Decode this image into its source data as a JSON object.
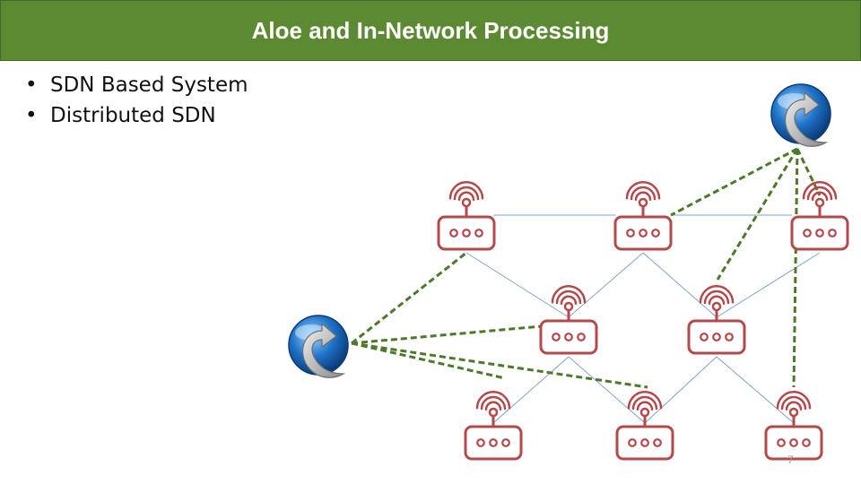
{
  "slide": {
    "title": "Aloe and In-Network Processing",
    "bullets": [
      "SDN Based System",
      "Distributed SDN"
    ],
    "page_number": "7"
  },
  "diagram": {
    "colors": {
      "title_bg": "#5b8a32",
      "router": "#b5484a",
      "link": "#7fa3c6",
      "control": "#4d7a2a",
      "controller_blue": "#1e73c8"
    },
    "switches": [
      {
        "id": "s1"
      },
      {
        "id": "s2"
      },
      {
        "id": "s3"
      },
      {
        "id": "s4"
      },
      {
        "id": "s5"
      },
      {
        "id": "s6"
      },
      {
        "id": "s7"
      },
      {
        "id": "s8"
      }
    ],
    "controllers": [
      {
        "id": "c1"
      },
      {
        "id": "c2"
      }
    ],
    "data_links": [
      [
        "s1",
        "s2"
      ],
      [
        "s2",
        "s3"
      ],
      [
        "s1",
        "s4"
      ],
      [
        "s2",
        "s4"
      ],
      [
        "s2",
        "s5"
      ],
      [
        "s3",
        "s5"
      ],
      [
        "s4",
        "s6"
      ],
      [
        "s4",
        "s7"
      ],
      [
        "s5",
        "s7"
      ],
      [
        "s5",
        "s8"
      ]
    ],
    "control_links": [
      [
        "c1",
        "s1"
      ],
      [
        "c1",
        "s4"
      ],
      [
        "c1",
        "s6"
      ],
      [
        "c1",
        "s7"
      ],
      [
        "c2",
        "s2"
      ],
      [
        "c2",
        "s3"
      ],
      [
        "c2",
        "s5"
      ],
      [
        "c2",
        "s8"
      ]
    ]
  }
}
